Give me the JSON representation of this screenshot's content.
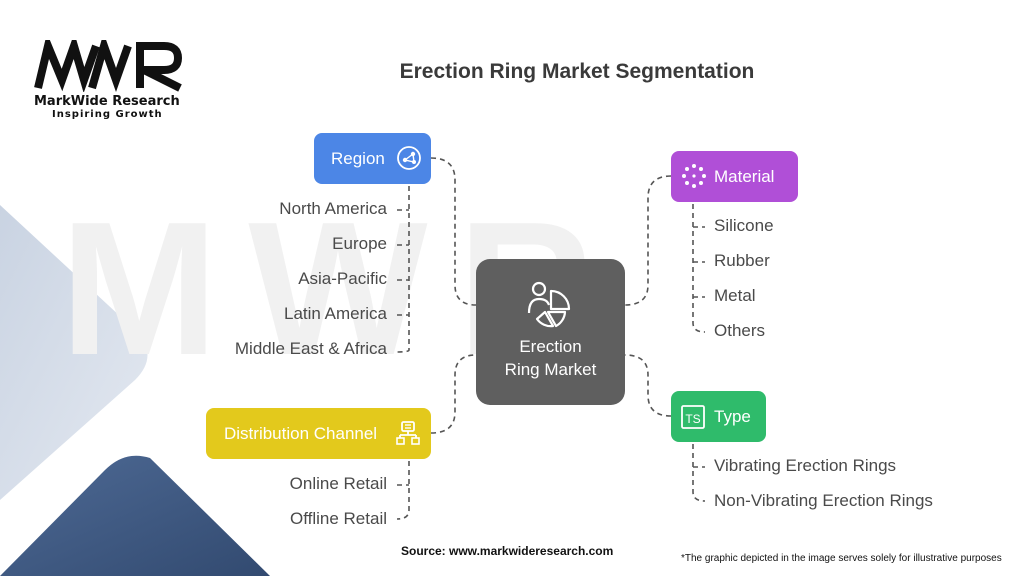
{
  "brand": {
    "name": "MarkWide Research",
    "tagline": "Inspiring Growth",
    "watermark": "MWR"
  },
  "title": "Erection Ring Market Segmentation",
  "center": {
    "line1": "Erection",
    "line2": "Ring Market",
    "icon": "pie-chart-person-icon"
  },
  "segments": {
    "region": {
      "label": "Region",
      "icon": "globe-network-icon",
      "color": "#4c86e6",
      "items": [
        "North America",
        "Europe",
        "Asia-Pacific",
        "Latin America",
        "Middle East & Africa"
      ]
    },
    "material": {
      "label": "Material",
      "icon": "dotted-circle-icon",
      "color": "#b04fd7",
      "items": [
        "Silicone",
        "Rubber",
        "Metal",
        "Others"
      ]
    },
    "distribution": {
      "label": "Distribution Channel",
      "icon": "hierarchy-icon",
      "color": "#e3c91c",
      "items": [
        "Online Retail",
        "Offline Retail"
      ]
    },
    "type": {
      "label": "Type",
      "icon": "ts-box-icon",
      "color": "#2fbb6b",
      "items": [
        "Vibrating Erection Rings",
        "Non-Vibrating Erection Rings"
      ]
    }
  },
  "footer": {
    "source": "Source: www.markwideresearch.com",
    "disclaimer": "*The graphic depicted in the image serves solely for illustrative purposes"
  }
}
